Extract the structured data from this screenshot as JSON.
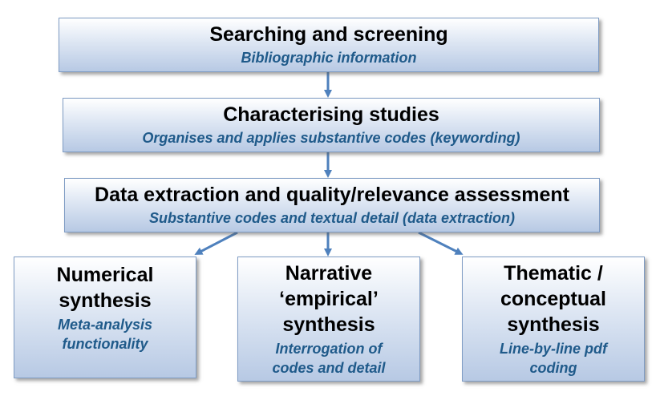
{
  "boxes": {
    "searching": {
      "title": "Searching and screening",
      "subtitle": "Bibliographic information"
    },
    "characterising": {
      "title": "Characterising studies",
      "subtitle": "Organises and applies substantive codes (keywording)"
    },
    "extraction": {
      "title": "Data extraction and quality/relevance assessment",
      "subtitle": "Substantive codes and textual detail (data extraction)"
    },
    "numerical": {
      "title_lines": [
        "Numerical",
        "synthesis"
      ],
      "subtitle_lines": [
        "Meta-analysis",
        "functionality"
      ]
    },
    "narrative": {
      "title_lines": [
        "Narrative",
        "‘empirical’",
        "synthesis"
      ],
      "subtitle_lines": [
        "Interrogation of",
        "codes and detail"
      ]
    },
    "thematic": {
      "title_lines": [
        "Thematic /",
        "conceptual",
        "synthesis"
      ],
      "subtitle_lines": [
        "Line-by-line pdf",
        "coding"
      ]
    }
  },
  "colors": {
    "arrow": "#4f81bd",
    "subtitle": "#1f5a8a",
    "border": "#7f9cc4"
  }
}
